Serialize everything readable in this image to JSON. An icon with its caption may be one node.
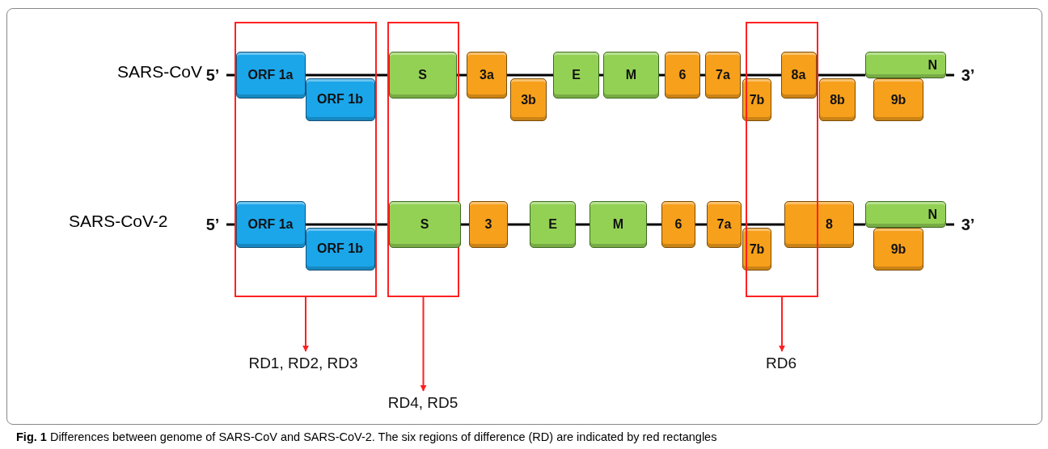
{
  "diagram": {
    "caption": "**Fig. 1**  Differences between genome of SARS-CoV and SARS-CoV-2. The six regions of difference (RD) are indicated by red rectangles",
    "nodes": [
      {
        "text": [],
        "shape": "box"
      },
      {
        "text": [],
        "shape": "box"
      },
      {
        "text": [],
        "shape": "box"
      },
      {
        "text": [
          "5’"
        ]
      },
      {
        "text": [
          "ORF 1a"
        ],
        "in": 0
      },
      {
        "text": [
          "ORF 1b"
        ],
        "in": 0
      },
      {
        "text": [
          "S"
        ],
        "in": 1
      },
      {
        "text": [
          "3a"
        ]
      },
      {
        "text": [
          "3b"
        ]
      },
      {
        "text": [
          "E"
        ]
      },
      {
        "text": [
          "M"
        ]
      },
      {
        "text": [
          "6"
        ]
      },
      {
        "text": [
          "7a"
        ]
      },
      {
        "text": [
          "7b"
        ]
      },
      {
        "text": [
          "8a"
        ],
        "in": 2
      },
      {
        "text": [
          "8b"
        ]
      },
      {
        "text": [
          "N"
        ]
      },
      {
        "text": [
          "9b"
        ]
      },
      {
        "text": [
          "3’"
        ]
      },
      {
        "text": [
          "5’"
        ]
      },
      {
        "text": [
          "ORF 1a"
        ],
        "in": 0
      },
      {
        "text": [
          "ORF 1b"
        ],
        "in": 0
      },
      {
        "text": [
          "S"
        ],
        "in": 1
      },
      {
        "text": [
          "3"
        ]
      },
      {
        "text": [
          "E"
        ]
      },
      {
        "text": [
          "M"
        ]
      },
      {
        "text": [
          "6"
        ]
      },
      {
        "text": [
          "7a"
        ]
      },
      {
        "text": [
          "7b"
        ]
      },
      {
        "text": [
          "8"
        ]
      },
      {
        "text": [
          "N"
        ]
      },
      {
        "text": [
          "9b"
        ]
      },
      {
        "text": [
          "3’"
        ]
      },
      {
        "text": [
          "RD1, RD2, RD3"
        ]
      },
      {
        "text": [
          "RD4, RD5"
        ]
      },
      {
        "text": [
          "RD6"
        ]
      }
    ],
    "edges": [
      {
        "from": 3,
        "to": 4,
        "arrow": "none"
      },
      {
        "from": 4,
        "to": 6,
        "arrow": "none"
      },
      {
        "from": 6,
        "to": 7,
        "arrow": "none"
      },
      {
        "from": 7,
        "to": 9,
        "arrow": "none"
      },
      {
        "from": 9,
        "to": 10,
        "arrow": "none"
      },
      {
        "from": 10,
        "to": 11,
        "arrow": "none"
      },
      {
        "from": 11,
        "to": 12,
        "arrow": "none"
      },
      {
        "from": 12,
        "to": 14,
        "arrow": "none"
      },
      {
        "from": 14,
        "to": 16,
        "arrow": "none"
      },
      {
        "from": 16,
        "to": 18,
        "arrow": "none"
      },
      {
        "from": 19,
        "to": 20,
        "arrow": "none"
      },
      {
        "from": 20,
        "to": 22,
        "arrow": "none"
      },
      {
        "from": 22,
        "to": 23,
        "arrow": "none"
      },
      {
        "from": 23,
        "to": 24,
        "arrow": "none"
      },
      {
        "from": 24,
        "to": 25,
        "arrow": "none"
      },
      {
        "from": 25,
        "to": 26,
        "arrow": "none"
      },
      {
        "from": 26,
        "to": 27,
        "arrow": "none"
      },
      {
        "from": 27,
        "to": 29,
        "arrow": "none"
      },
      {
        "from": 29,
        "to": 30,
        "arrow": "none"
      },
      {
        "from": 30,
        "to": 32,
        "arrow": "none"
      },
      {
        "from": 0,
        "to": 33,
        "arrow": "to",
        "color": "#ff2020"
      },
      {
        "from": 1,
        "to": 34,
        "arrow": "to",
        "color": "#ff2020"
      },
      {
        "from": 2,
        "to": 35,
        "arrow": "to",
        "color": "#ff2020"
      }
    ],
    "labels": [
      "SARS-CoV",
      "SARS-CoV-2"
    ]
  }
}
